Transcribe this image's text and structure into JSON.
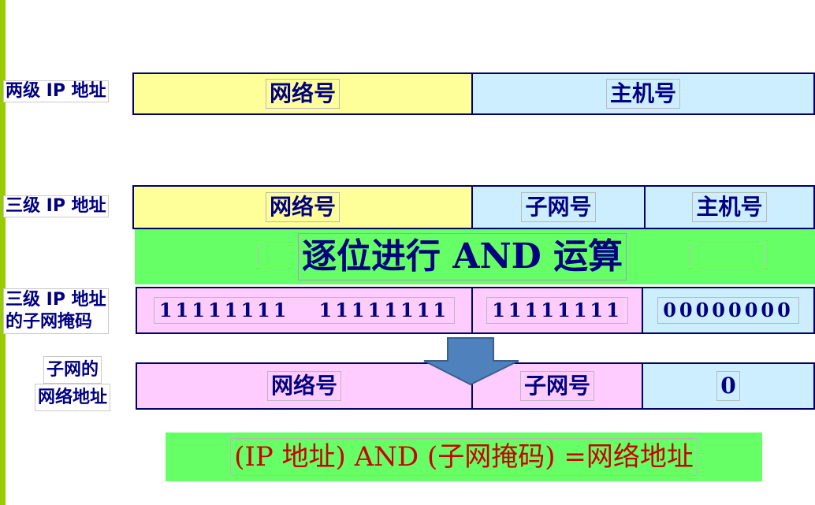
{
  "rows": {
    "two_level": {
      "label": "两级 IP 地址",
      "network": "网络号",
      "host": "主机号"
    },
    "three_level": {
      "label": "三级 IP 地址",
      "network": "网络号",
      "subnet": "子网号",
      "host": "主机号"
    },
    "and_operation": "逐位进行 AND 运算",
    "mask": {
      "label_line1": "三级 IP 地址",
      "label_line2": "的子网掩码",
      "network_bits": "11111111   11111111",
      "subnet_bits": "11111111",
      "host_bits": "00000000"
    },
    "result": {
      "label_line1": "子网的",
      "label_line2": "网络地址",
      "network": "网络号",
      "subnet": "子网号",
      "host": "0"
    }
  },
  "formula": "(IP 地址) AND (子网掩码) =网络地址",
  "colors": {
    "accent_bar": "#99cc00",
    "network_fill": "#ffff99",
    "host_fill": "#cceeff",
    "mask_fill": "#ffccff",
    "highlight": "#66ff66",
    "label_text": "#000080",
    "formula_text": "#cc0000",
    "arrow": "#4f81bd"
  }
}
